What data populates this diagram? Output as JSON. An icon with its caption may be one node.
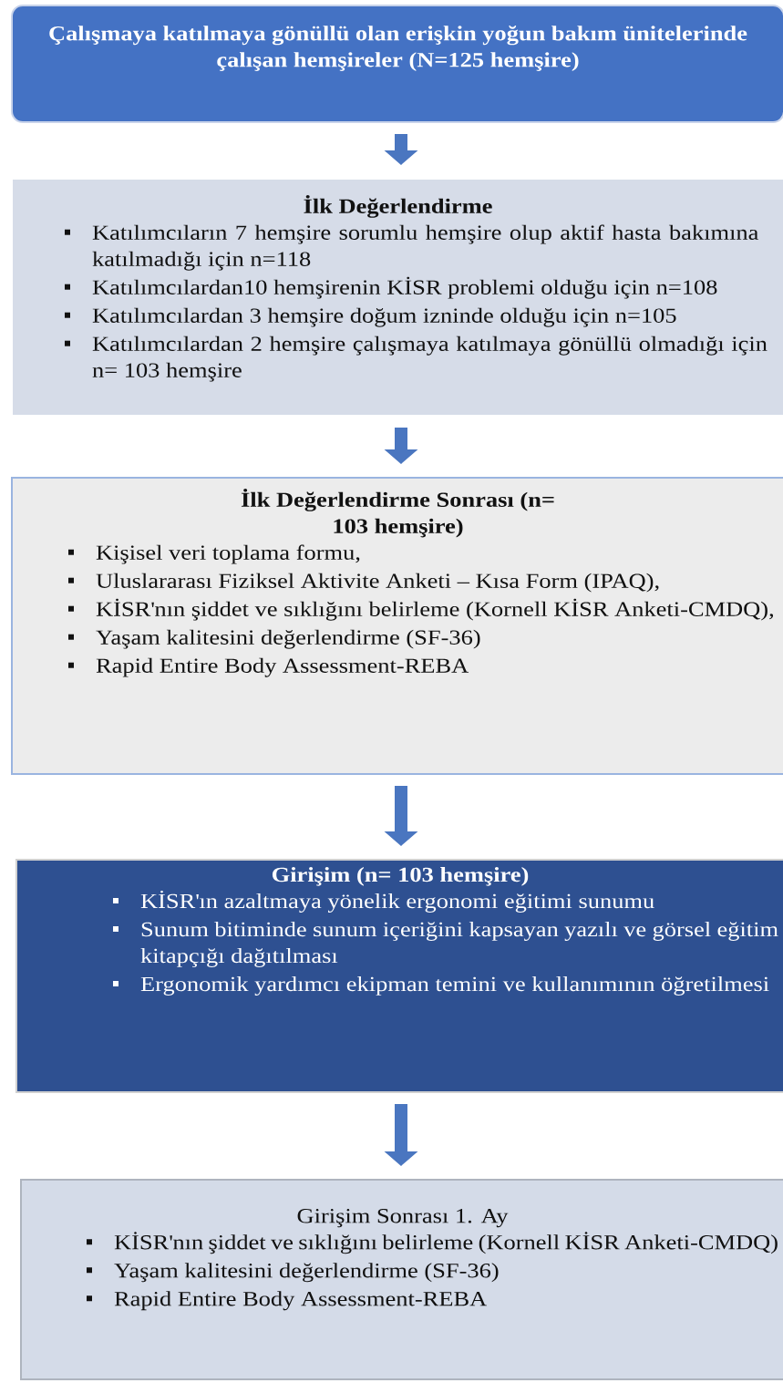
{
  "diagram": {
    "nodes": [
      {
        "text": [
          "Çalışmaya katılmaya gönüllü olan erişkin yoğun bakım ünitelerinde çalışan hemşireler (N=125 hemşire)"
        ]
      },
      {
        "text": [
          "İlk Değerlendirme",
          "Katılımcıların 7 hemşire sorumlu hemşire olup aktif hasta bakımına katılmadığı için n=118",
          "Katılımcılardan10 hemşirenin KİSR problemi olduğu için n=108",
          "Katılımcılardan 3 hemşire doğum izninde olduğu için n=105",
          "Katılımcılardan 2 hemşire çalışmaya katılmaya gönüllü olmadığı için n= 103 hemşire"
        ]
      },
      {
        "text": [
          "İlk Değerlendirme Sonrası (n= 103 hemşire)",
          "Kişisel veri toplama formu,",
          "Uluslararası Fiziksel Aktivite Anketi – Kısa Form (IPAQ),",
          "KİSR'nın şiddet ve sıklığını belirleme (Kornell KİSR Anketi-CMDQ),",
          "Yaşam kalitesini değerlendirme (SF-36)",
          "Rapid Entire Body Assessment-REBA"
        ]
      },
      {
        "text": [
          "Girişim (n= 103 hemşire)",
          "KİSR'ın azaltmaya yönelik ergonomi eğitimi sunumu",
          "Sunum bitiminde sunum içeriğini kapsayan yazılı ve görsel eğitim kitapçığı dağıtılması",
          "Ergonomik yardımcı ekipman temini ve kullanımının öğretilmesi"
        ]
      },
      {
        "text": [
          "Girişim Sonrası 1. Ay",
          "KİSR'nın şiddet ve sıklığını belirleme (Kornell KİSR Anketi-CMDQ)",
          "Yaşam kalitesini değerlendirme (SF-36)",
          "Rapid Entire Body Assessment-REBA"
        ]
      }
    ],
    "edges": [
      {
        "from": 0,
        "to": 1,
        "arrow": "to"
      },
      {
        "from": 1,
        "to": 2,
        "arrow": "to"
      },
      {
        "from": 2,
        "to": 3,
        "arrow": "to"
      },
      {
        "from": 3,
        "to": 4,
        "arrow": "to"
      }
    ]
  }
}
